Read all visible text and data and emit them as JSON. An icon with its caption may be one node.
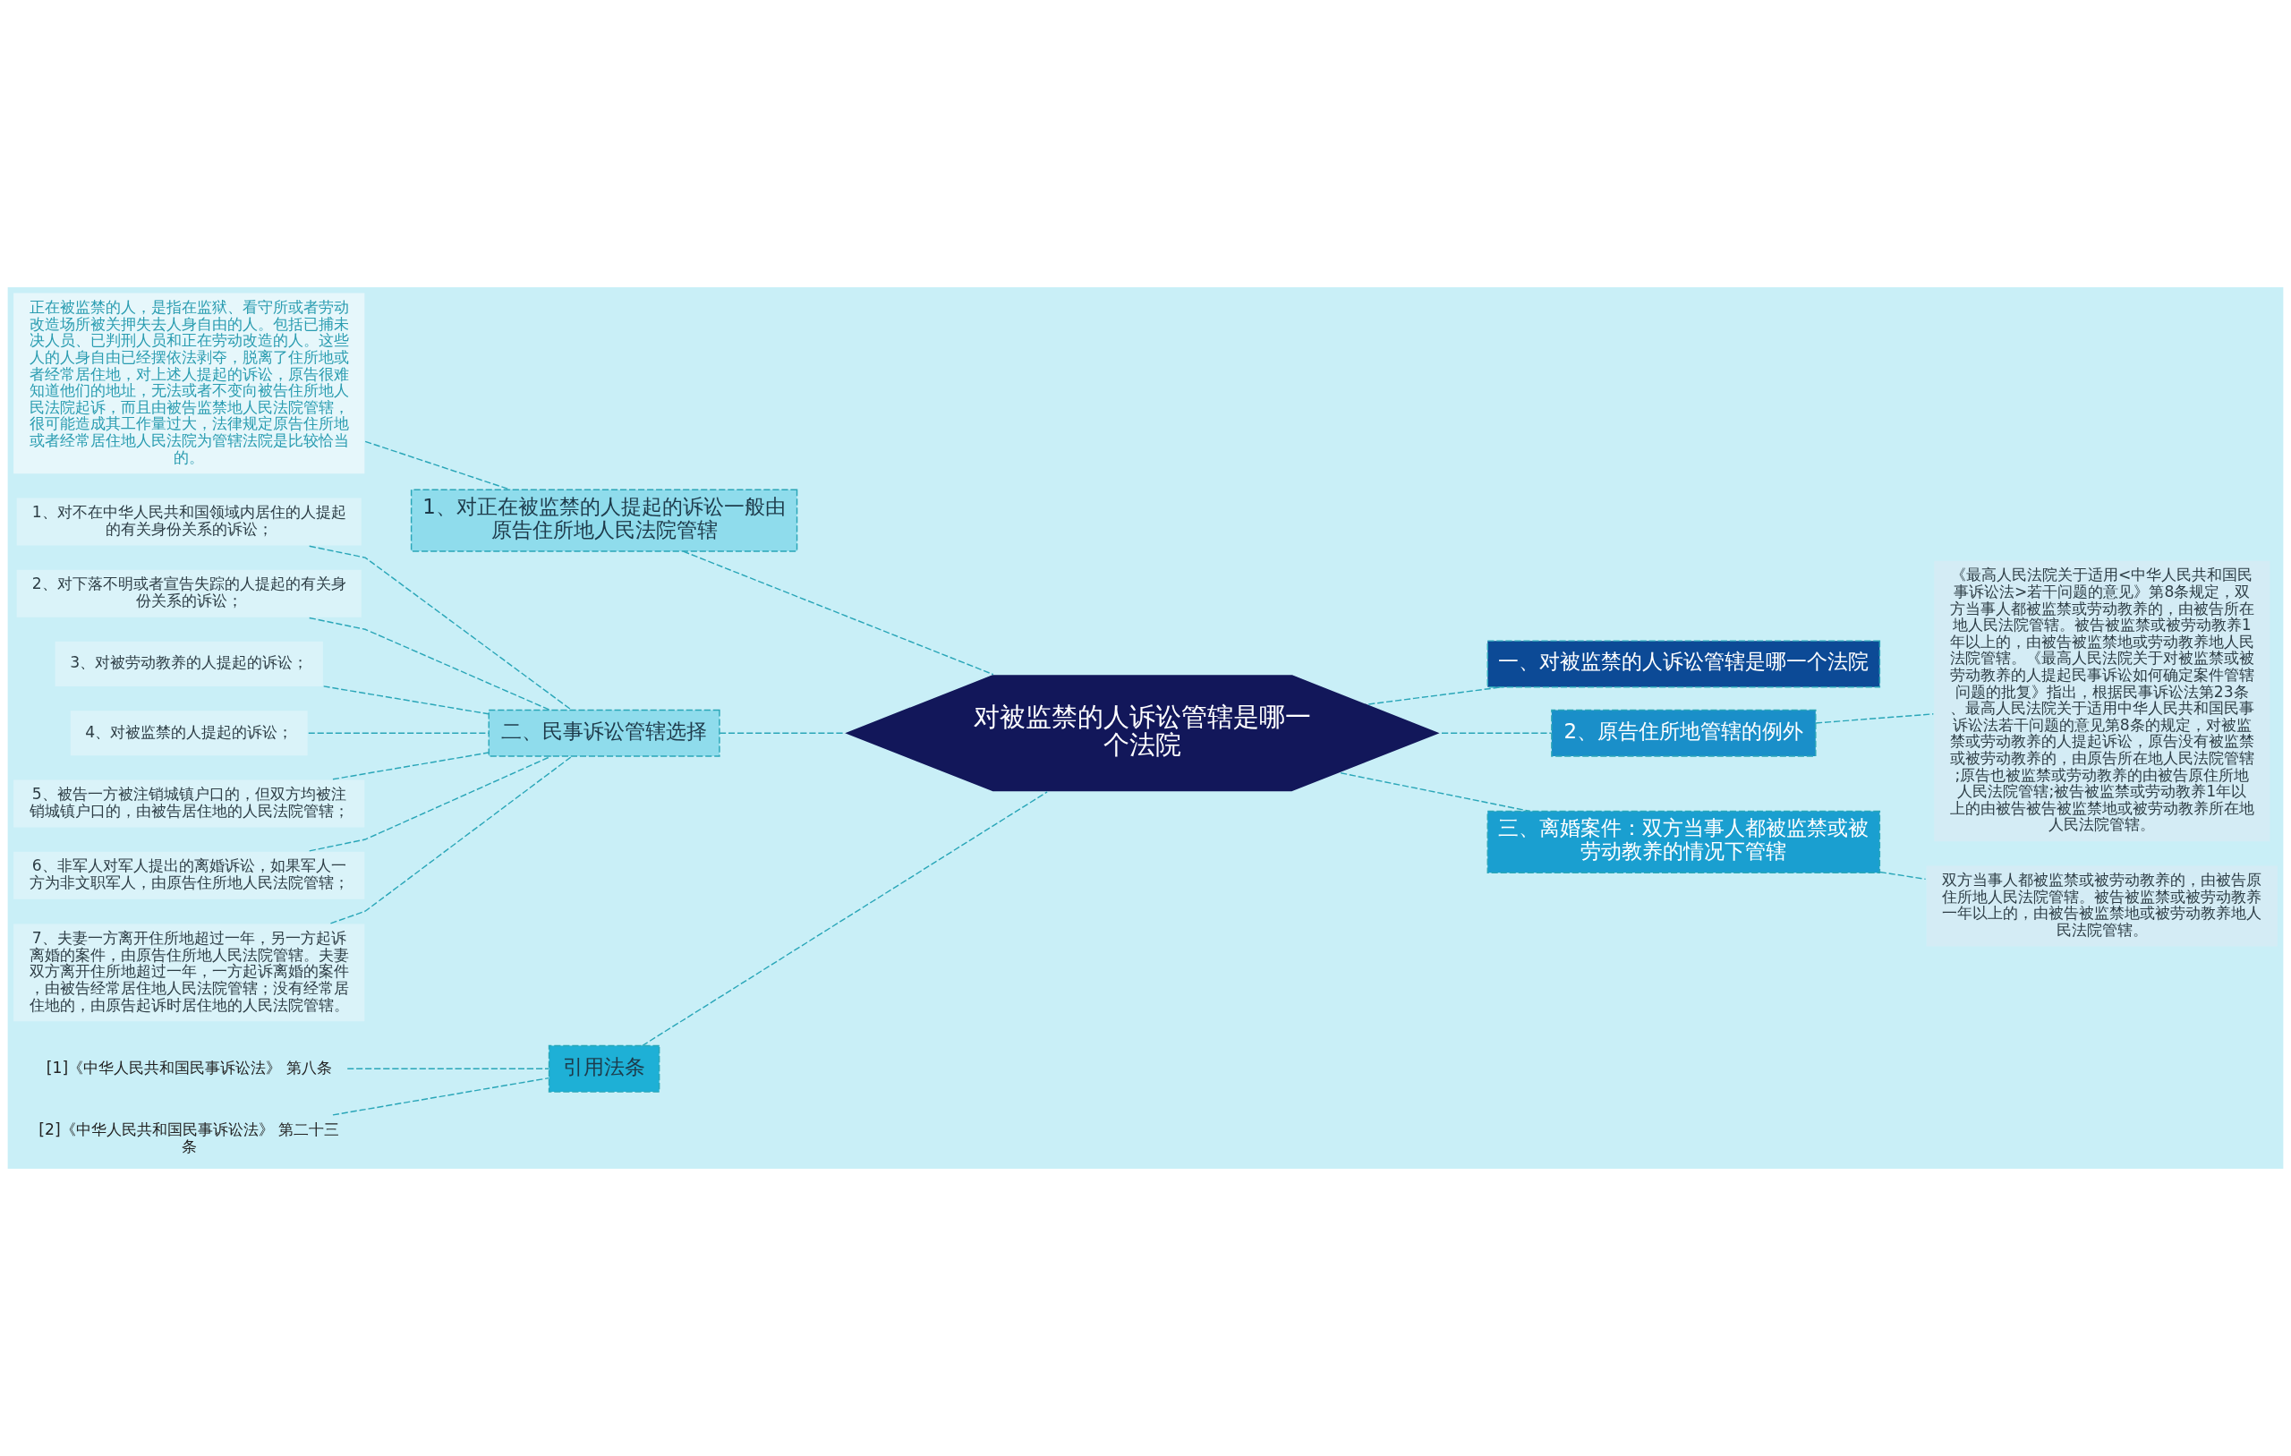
{
  "diagram": {
    "nodes": [
      {
        "text": [
          "对被监禁的人诉讼管辖是哪一个法院"
        ]
      },
      {
        "text": [
          "1、对正在被监禁的人提起的诉讼一般由原告住所地人民法院管辖"
        ]
      },
      {
        "text": [
          "正在被监禁的人，是指在监狱、看守所或者劳动改造场所被关押失去人身自由的人。包括已捕未决人员、已判刑人员和正在劳动改造的人。这些人的人身自由已经摆依法剥夺，脱离了住所地或者经常居住地，对上述人提起的诉讼，原告很难知道他们的地址，无法或者不变向被告住所地人民法院起诉，而且由被告监禁地人民法院管辖，很可能造成其工作量过大，法律规定原告住所地或者经常居住地人民法院为管辖法院是比较恰当的。"
        ]
      },
      {
        "text": [
          "二、民事诉讼管辖选择"
        ]
      },
      {
        "text": [
          "1、对不在中华人民共和国领域内居住的人提起的有关身份关系的诉讼；"
        ]
      },
      {
        "text": [
          "2、对下落不明或者宣告失踪的人提起的有关身份关系的诉讼；"
        ]
      },
      {
        "text": [
          "3、对被劳动教养的人提起的诉讼；"
        ]
      },
      {
        "text": [
          "4、对被监禁的人提起的诉讼；"
        ]
      },
      {
        "text": [
          "5、被告一方被注销城镇户口的，但双方均被注销城镇户口的，由被告居住地的人民法院管辖；"
        ]
      },
      {
        "text": [
          "6、非军人对军人提出的离婚诉讼，如果军人一方为非文职军人，由原告住所地人民法院管辖；"
        ]
      },
      {
        "text": [
          "7、夫妻一方离开住所地超过一年，另一方起诉离婚的案件，由原告住所地人民法院管辖。夫妻双方离开住所地超过一年，一方起诉离婚的案件，由被告经常居住地人民法院管辖；没有经常居住地的，由原告起诉时居住地的人民法院管辖。"
        ]
      },
      {
        "text": [
          "引用法条"
        ]
      },
      {
        "text": [
          "[1]《中华人民共和国民事诉讼法》 第八条"
        ]
      },
      {
        "text": [
          "[2]《中华人民共和国民事诉讼法》 第二十三条"
        ]
      },
      {
        "text": [
          "一、对被监禁的人诉讼管辖是哪一个法院"
        ]
      },
      {
        "text": [
          "2、原告住所地管辖的例外"
        ]
      },
      {
        "text": [
          "《最高人民法院关于适用<中华人民共和国民事诉讼法>若干问题的意见》第8条规定，双方当事人都被监禁或劳动教养的，由被告所在地人民法院管辖。被告被监禁或被劳动教养1年以上的，由被告被监禁地或劳动教养地人民法院管辖。《最高人民法院关于对被监禁或被劳动教养的人提起民事诉讼如何确定案件管辖问题的批复》指出，根据民事诉讼法第23条、最高人民法院关于适用中华人民共和国民事诉讼法若干问题的意见第8条的规定，对被监禁或劳动教养的人提起诉讼，原告没有被监禁或被劳动教养的，由原告所在地人民法院管辖;原告也被监禁或劳动教养的由被告原住所地人民法院管辖;被告被监禁或劳动教养1年以上的由被告被告被监禁地或被劳动教养所在地人民法院管辖。"
        ]
      },
      {
        "text": [
          "三、离婚案件：双方当事人都被监禁或被劳动教养的情况下管辖"
        ]
      },
      {
        "text": [
          "双方当事人都被监禁或被劳动教养的，由被告原住所地人民法院管辖。被告被监禁或被劳动教养一年以上的，由被告被监禁地或被劳动教养地人民法院管辖。"
        ]
      }
    ],
    "edges": [
      {
        "from": 0,
        "to": 1,
        "arrow": "none",
        "style": "dashed"
      },
      {
        "from": 1,
        "to": 2,
        "arrow": "none",
        "style": "dashed"
      },
      {
        "from": 0,
        "to": 3,
        "arrow": "none",
        "style": "dashed"
      },
      {
        "from": 3,
        "to": 4,
        "arrow": "none",
        "style": "dashed"
      },
      {
        "from": 3,
        "to": 5,
        "arrow": "none",
        "style": "dashed"
      },
      {
        "from": 3,
        "to": 6,
        "arrow": "none",
        "style": "dashed"
      },
      {
        "from": 3,
        "to": 7,
        "arrow": "none",
        "style": "dashed"
      },
      {
        "from": 3,
        "to": 8,
        "arrow": "none",
        "style": "dashed"
      },
      {
        "from": 3,
        "to": 9,
        "arrow": "none",
        "style": "dashed"
      },
      {
        "from": 3,
        "to": 10,
        "arrow": "none",
        "style": "dashed"
      },
      {
        "from": 0,
        "to": 11,
        "arrow": "none",
        "style": "dashed"
      },
      {
        "from": 11,
        "to": 12,
        "arrow": "none",
        "style": "dashed"
      },
      {
        "from": 11,
        "to": 13,
        "arrow": "none",
        "style": "dashed"
      },
      {
        "from": 0,
        "to": 14,
        "arrow": "none",
        "style": "dashed"
      },
      {
        "from": 0,
        "to": 15,
        "arrow": "none",
        "style": "dashed"
      },
      {
        "from": 15,
        "to": 16,
        "arrow": "none",
        "style": "dashed"
      },
      {
        "from": 0,
        "to": 17,
        "arrow": "none",
        "style": "dashed"
      },
      {
        "from": 17,
        "to": 18,
        "arrow": "none",
        "style": "dashed"
      }
    ]
  }
}
